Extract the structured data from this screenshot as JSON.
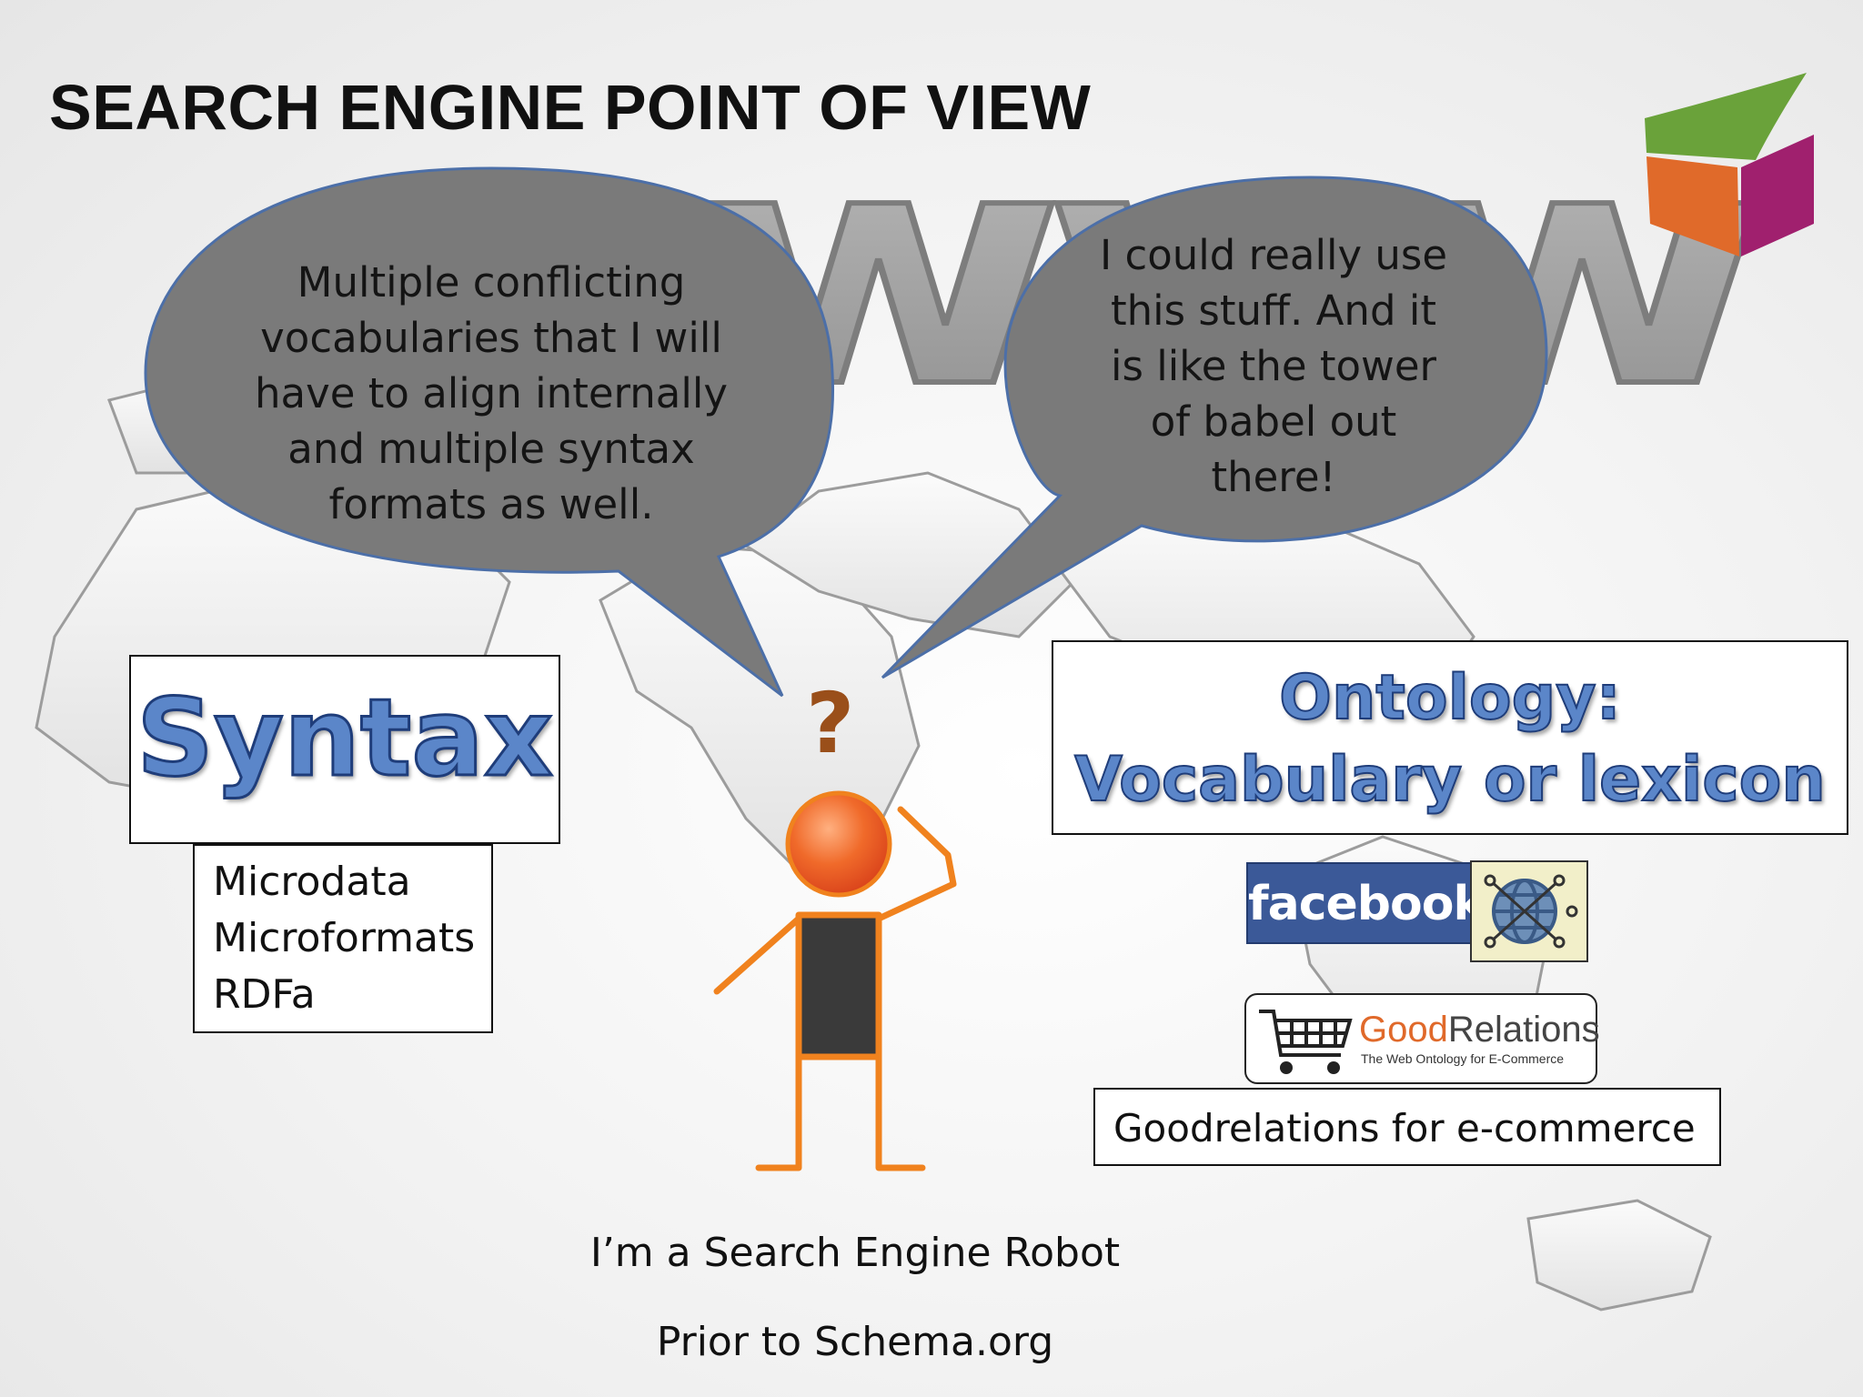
{
  "slide": {
    "title": "SEARCH ENGINE POINT OF VIEW",
    "bubble_left": {
      "lines": [
        "Multiple conflicting",
        "vocabularies that I will",
        "have to align internally",
        "and multiple syntax",
        "formats as well."
      ]
    },
    "bubble_right": {
      "lines": [
        "I could really use",
        "this stuff.  And it",
        "is like the tower",
        "of babel out",
        "there!"
      ]
    },
    "background_word": "www",
    "robot": {
      "thought": "?"
    },
    "syntax": {
      "heading": "Syntax",
      "items": [
        "Microdata",
        "Microformats",
        "RDFa"
      ]
    },
    "ontology": {
      "line1": "Ontology:",
      "line2": "Vocabulary or lexicon"
    },
    "logos": {
      "facebook": "facebook",
      "goodrelations_good": "Good",
      "goodrelations_relations": "Relations",
      "goodrelations_tagline": "The Web Ontology for E-Commerce"
    },
    "goodrelations_caption": "Goodrelations for e-commerce",
    "captions": {
      "robot": "I’m a Search Engine Robot",
      "prior": "Prior to Schema.org"
    }
  },
  "colors": {
    "bubble_fill": "#7a7a7a",
    "robot_orange": "#f0821e",
    "heading_blue": "#5b86c9",
    "facebook_blue": "#3b5998"
  }
}
